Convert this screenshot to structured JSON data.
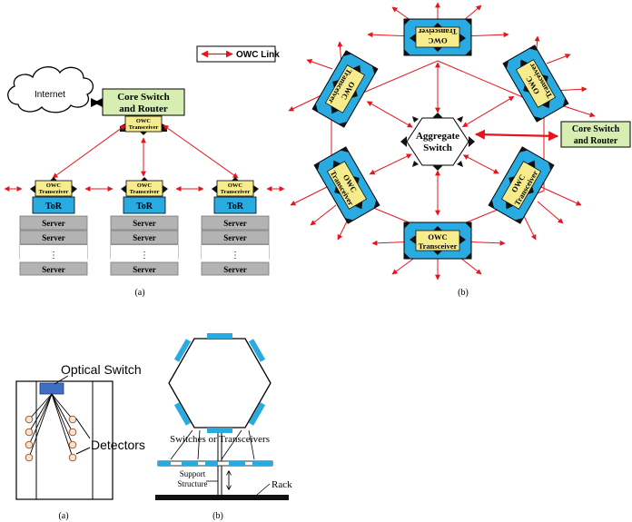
{
  "legend": {
    "label": "OWC Link"
  },
  "fig_a": {
    "internet": "Internet",
    "core_line1": "Core Switch",
    "core_line2": "and Router",
    "owc_line1": "OWC",
    "owc_line2": "Transceiver",
    "tor": "ToR",
    "server": "Server",
    "dots": "⋮",
    "caption": "(a)"
  },
  "fig_b": {
    "agg_line1": "Aggregate",
    "agg_line2": "Switch",
    "core_line1": "Core Switch",
    "core_line2": "and Router",
    "owc_line1": "OWC",
    "owc_line2": "Transceiver",
    "caption": "(b)"
  },
  "fig_c": {
    "optical_switch": "Optical Switch",
    "detectors": "Detectors",
    "caption": "(a)"
  },
  "fig_d": {
    "switches": "Switches or Transceivers",
    "support_line1": "Support",
    "support_line2": "Structure",
    "rack": "Rack",
    "caption": "(b)"
  },
  "colors": {
    "link": "#e8141b",
    "blue": "#29abe2",
    "yellow": "#f7ec8c",
    "green": "#d7eeb3",
    "server_gray": "#b3b3b3"
  }
}
